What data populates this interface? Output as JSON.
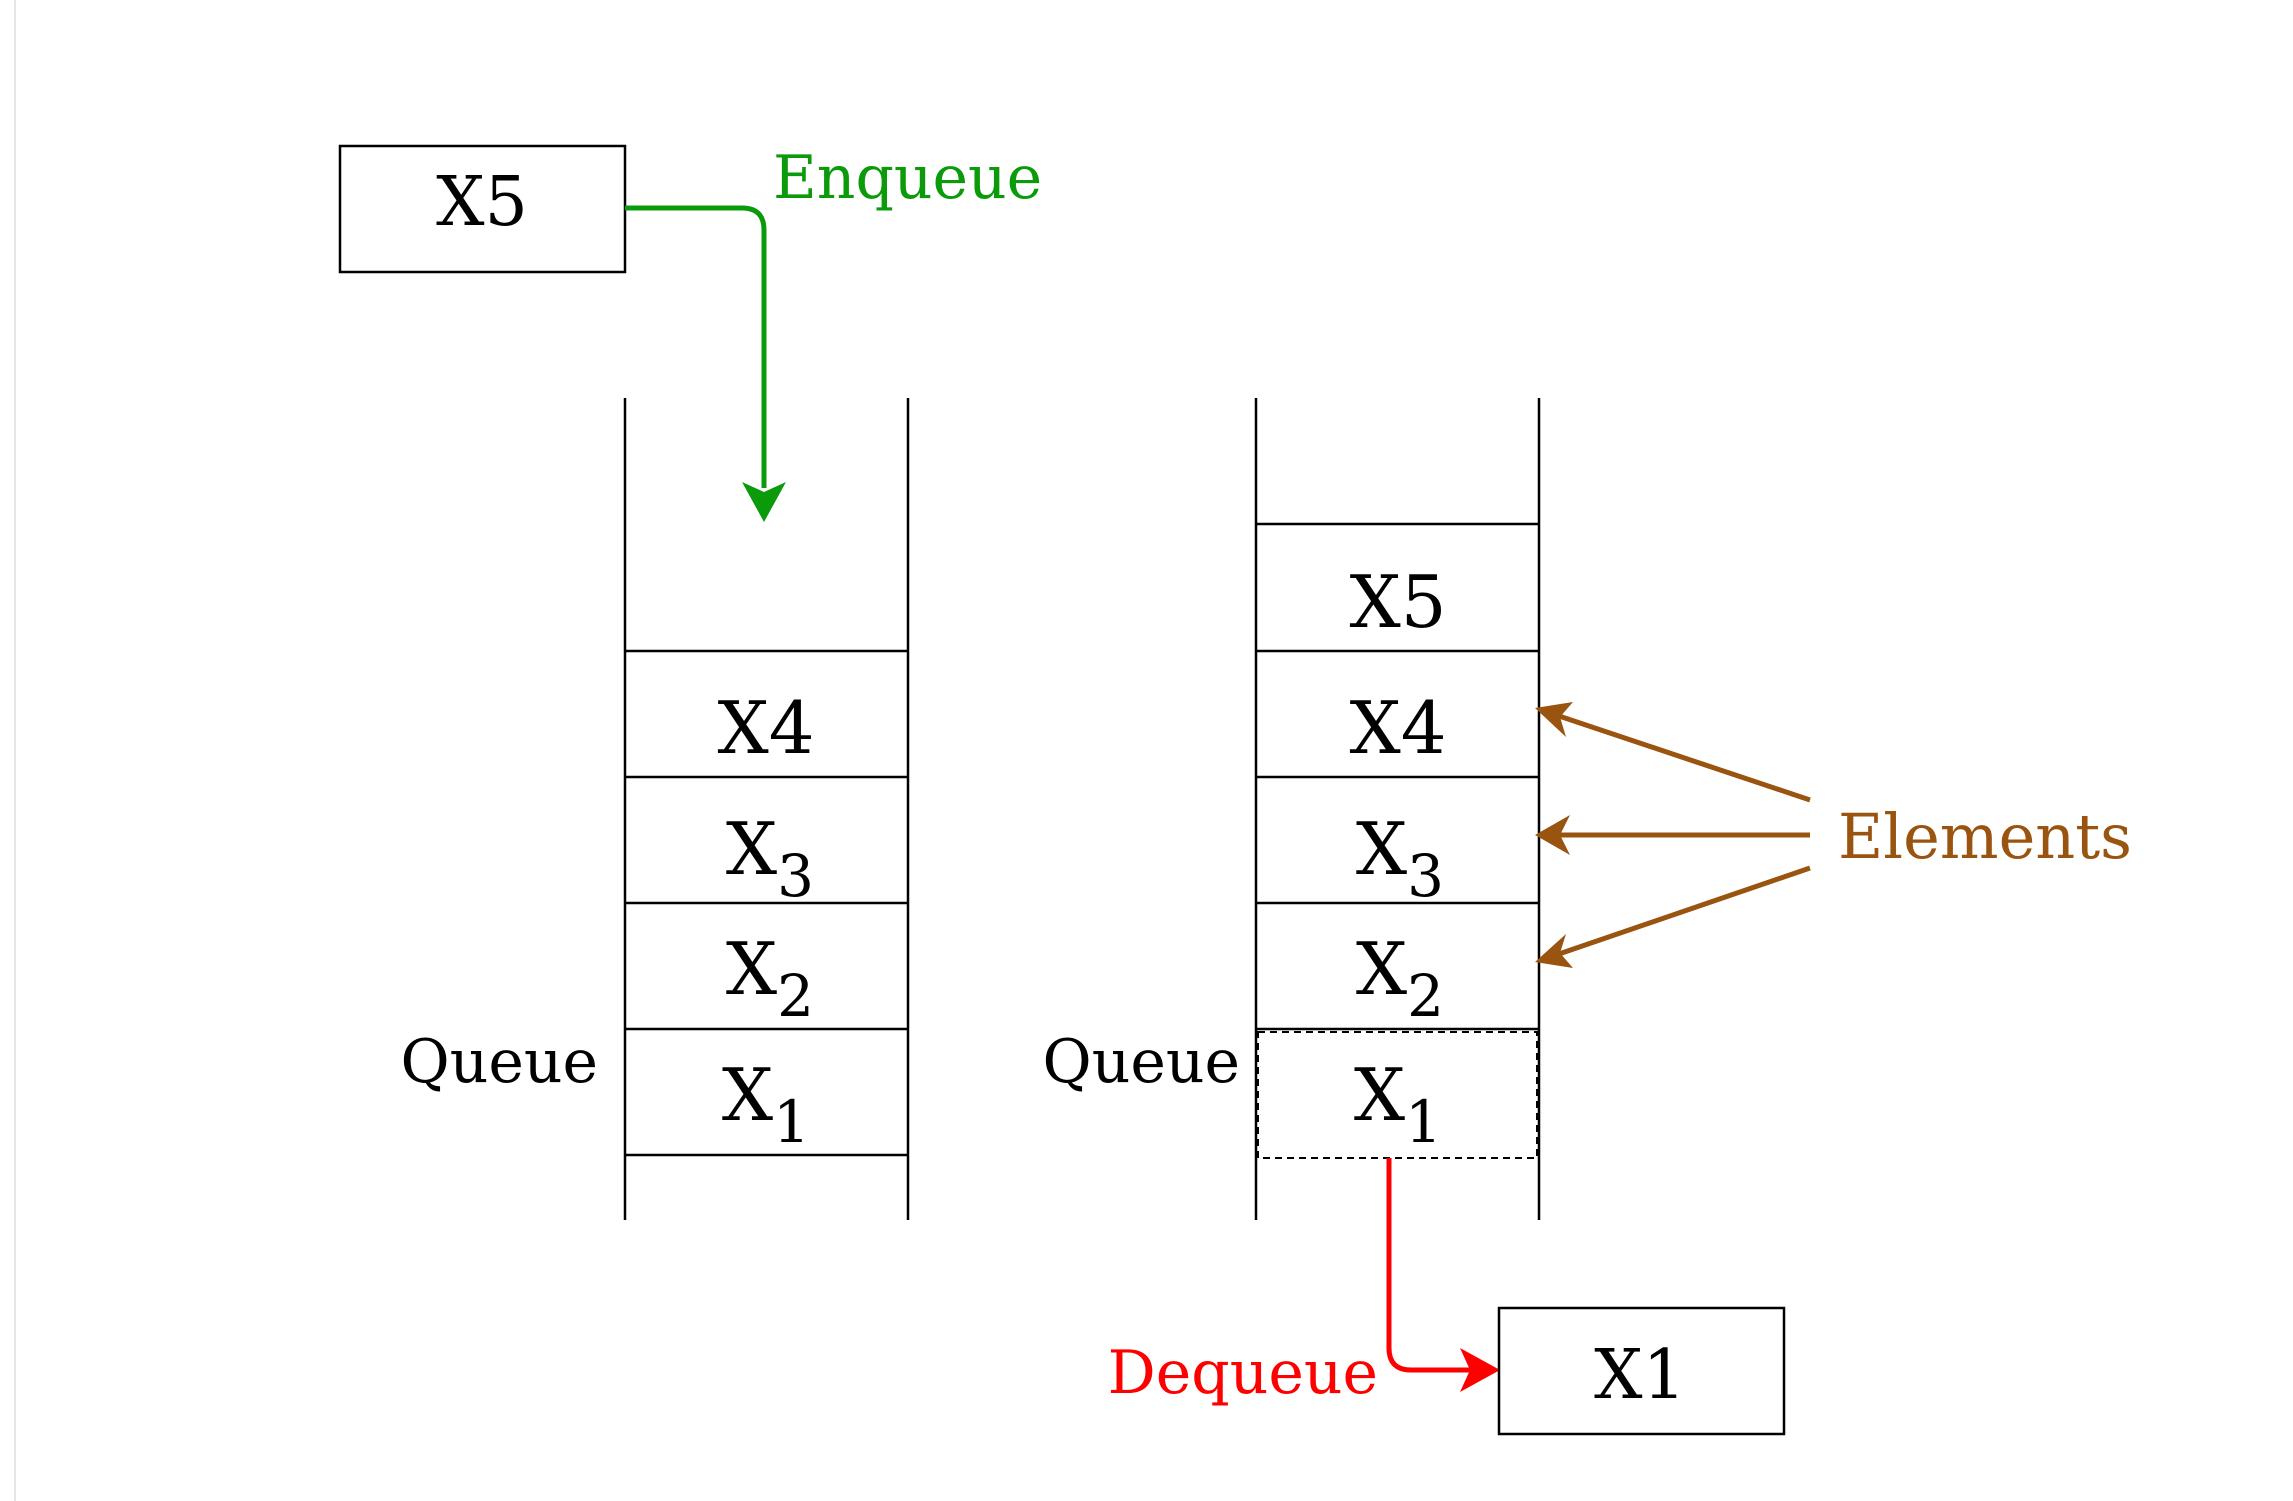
{
  "colors": {
    "stroke": "#000000",
    "enqueue": "#0a9a0a",
    "dequeue": "#ff0000",
    "elements": "#99540f"
  },
  "enqueue": {
    "label": "Enqueue",
    "box_element": "X5"
  },
  "dequeue": {
    "label": "Dequeue",
    "box_element": "X1"
  },
  "elements_label": "Elements",
  "queue_before": {
    "label": "Queue",
    "cells": [
      {
        "base": "X",
        "sub": "4",
        "inline": true
      },
      {
        "base": "X",
        "sub": "3",
        "inline": false
      },
      {
        "base": "X",
        "sub": "2",
        "inline": false
      },
      {
        "base": "X",
        "sub": "1",
        "inline": false
      }
    ]
  },
  "queue_after": {
    "label": "Queue",
    "cells": [
      {
        "base": "X",
        "sub": "5",
        "inline": true
      },
      {
        "base": "X",
        "sub": "4",
        "inline": true
      },
      {
        "base": "X",
        "sub": "3",
        "inline": false
      },
      {
        "base": "X",
        "sub": "2",
        "inline": false
      },
      {
        "base": "X",
        "sub": "1",
        "inline": false
      }
    ]
  }
}
